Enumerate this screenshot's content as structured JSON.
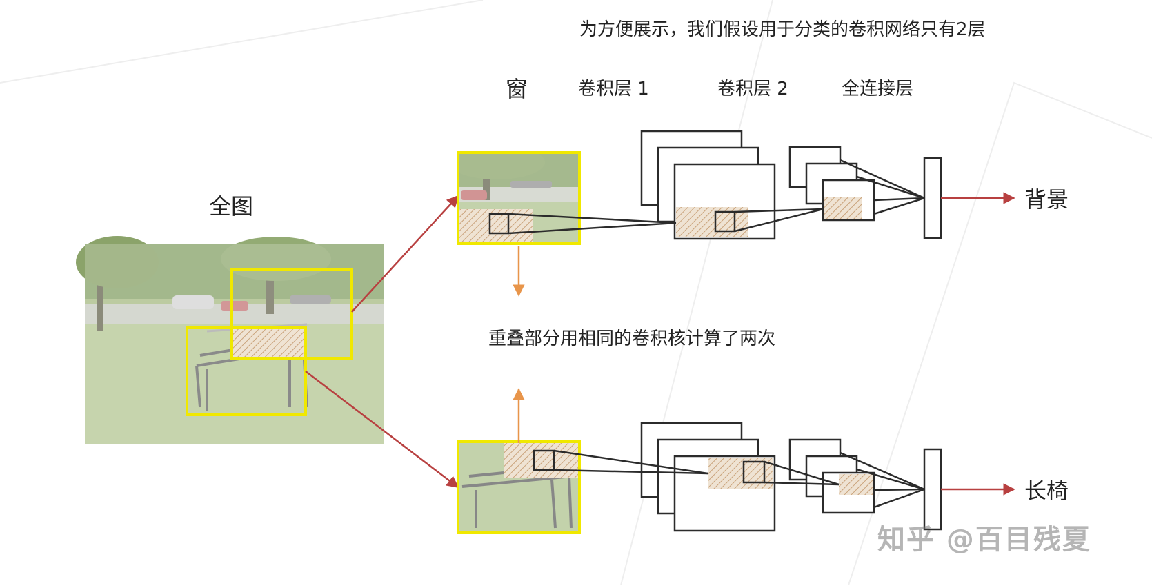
{
  "note_top": "为方便展示，我们假设用于分类的卷积网络只有2层",
  "headers": {
    "window": "窗",
    "conv1": "卷积层 1",
    "conv2": "卷积层 2",
    "fc": "全连接层"
  },
  "full_image_label": "全图",
  "overlap_note": "重叠部分用相同的卷积核计算了两次",
  "outputs": {
    "top": "背景",
    "bottom": "长椅"
  },
  "watermark": "知乎 @百目残夏",
  "colors": {
    "window_frame": "#f0e800",
    "arrow_red": "#b84040",
    "arrow_orange": "#e8954a",
    "hatch": "#c9a27a",
    "box_stroke": "#2b2b2b"
  }
}
